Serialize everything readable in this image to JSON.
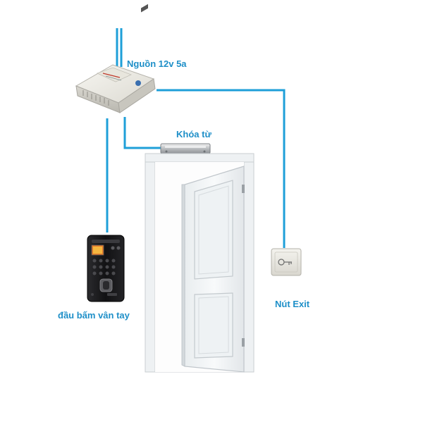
{
  "labels": {
    "power_supply": "Nguồn 12v 5a",
    "magnetic_lock": "Khóa từ",
    "fingerprint_reader": "đầu bấm vân tay",
    "exit_button": "Nút Exit"
  },
  "colors": {
    "wire": "#1e9fd8",
    "label": "#1e8fc8",
    "door": "#f4f6f7",
    "door_outline": "#c9ced2",
    "device_dark": "#1b1b1d"
  },
  "icons": {
    "power_supply": "power-supply-box",
    "magnetic_lock": "electromagnetic-lock",
    "fingerprint_reader": "fingerprint-keypad",
    "exit_button": "exit-push-button",
    "door": "open-door"
  }
}
